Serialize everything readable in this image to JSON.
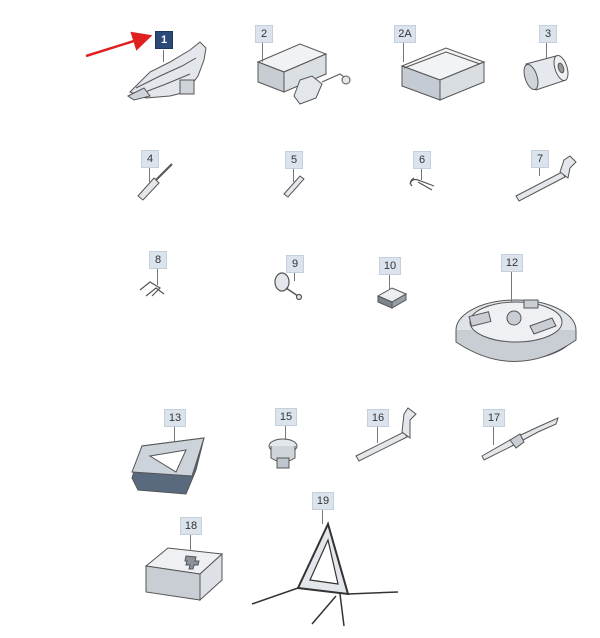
{
  "diagram": {
    "callouts": [
      {
        "id": "c1",
        "label": "1",
        "active": true
      },
      {
        "id": "c2",
        "label": "2"
      },
      {
        "id": "c2a",
        "label": "2A"
      },
      {
        "id": "c3",
        "label": "3"
      },
      {
        "id": "c4",
        "label": "4"
      },
      {
        "id": "c5",
        "label": "5"
      },
      {
        "id": "c6",
        "label": "6"
      },
      {
        "id": "c7",
        "label": "7"
      },
      {
        "id": "c8",
        "label": "8"
      },
      {
        "id": "c9",
        "label": "9"
      },
      {
        "id": "c10",
        "label": "10"
      },
      {
        "id": "c12",
        "label": "12"
      },
      {
        "id": "c13",
        "label": "13"
      },
      {
        "id": "c15",
        "label": "15"
      },
      {
        "id": "c16",
        "label": "16"
      },
      {
        "id": "c17",
        "label": "17"
      },
      {
        "id": "c18",
        "label": "18"
      },
      {
        "id": "c19",
        "label": "19"
      }
    ],
    "colors": {
      "callout_bg": "#dbe3ec",
      "callout_active": "#2b4a7a",
      "pointer_arrow": "#e02020",
      "part_fill": "#e3e6ea",
      "part_stroke": "#555555"
    }
  }
}
